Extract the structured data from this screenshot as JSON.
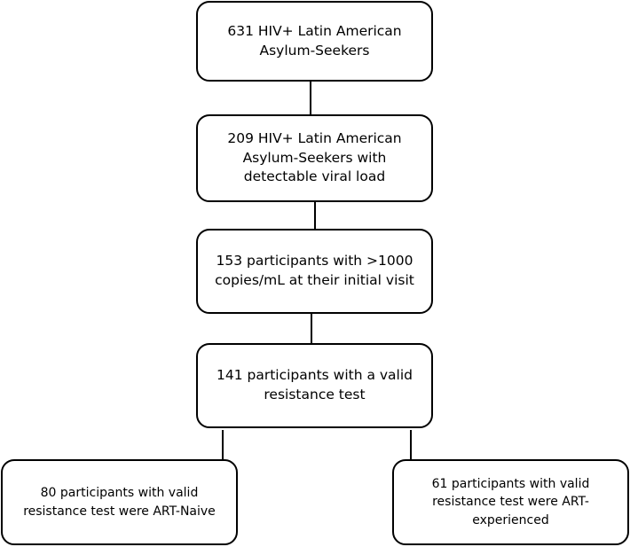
{
  "diagram": {
    "type": "flowchart",
    "nodes": [
      {
        "id": "n1",
        "text": "631 HIV+ Latin American\nAsylum-Seekers"
      },
      {
        "id": "n2",
        "text": "209 HIV+ Latin American\nAsylum-Seekers with\ndetectable viral load"
      },
      {
        "id": "n3",
        "text": "153 participants with >1000\ncopies/mL at their initial visit"
      },
      {
        "id": "n4",
        "text": "141 participants with a valid\nresistance test"
      },
      {
        "id": "n5",
        "text": "80 participants with valid\nresistance test were ART-Naive"
      },
      {
        "id": "n6",
        "text": "61 participants with valid\nresistance test were ART-\nexperienced"
      }
    ],
    "edges": [
      {
        "from": "n1",
        "to": "n2"
      },
      {
        "from": "n2",
        "to": "n3"
      },
      {
        "from": "n3",
        "to": "n4"
      },
      {
        "from": "n4",
        "to": "n5"
      },
      {
        "from": "n4",
        "to": "n6"
      }
    ],
    "colors": {
      "border": "#000000",
      "background": "#ffffff",
      "text": "#000000"
    }
  }
}
